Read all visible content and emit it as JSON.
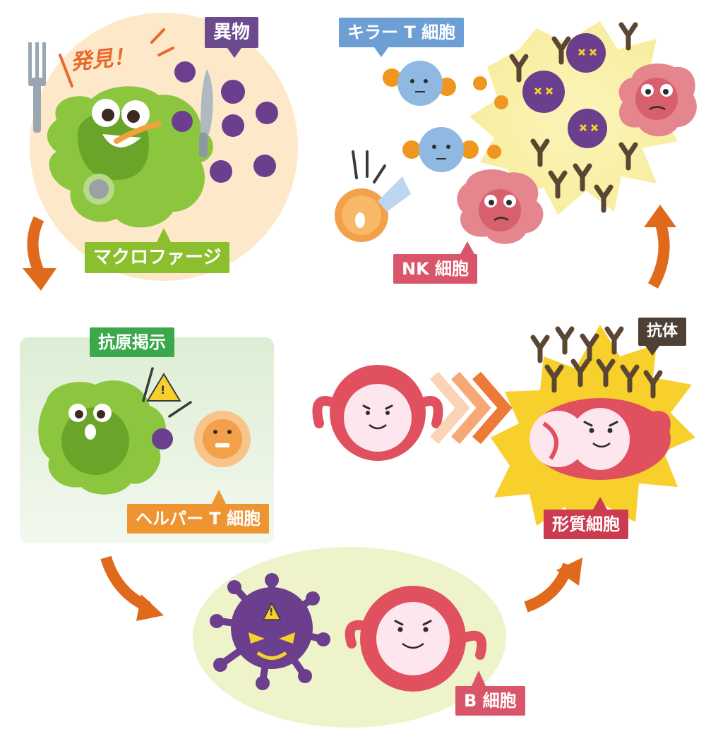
{
  "labels": {
    "foreign_matter": "異物",
    "discovery": "発見！",
    "macrophage": "マクロファージ",
    "killer_t": "キラー T 細胞",
    "nk": "NK 細胞",
    "antigen_presentation": "抗原掲示",
    "helper_t": "ヘルパー T 細胞",
    "antibody": "抗体",
    "plasma_cell": "形質細胞",
    "b_cell": "B 細胞"
  },
  "warning_symbol": "!",
  "colors": {
    "macrophage_green": "#8cc63f",
    "macrophage_label": "#8cbf2e",
    "virus_purple": "#6b3f8e",
    "foreign_label": "#6b4a8e",
    "killer_t_blue": "#8fb9e0",
    "killer_label": "#6d9fd4",
    "nk_pink": "#e5868f",
    "nk_label": "#d9566a",
    "helper_orange": "#f3a04b",
    "helper_label": "#ee9433",
    "b_cell_red": "#e0505f",
    "plasma_label": "#cc3b4f",
    "antibody_brown": "#5a4633",
    "antibody_label": "#4e4034",
    "antigen_label": "#3ba84b",
    "arrow_orange": "#e06a1c",
    "yellow_burst": "#f7d02c"
  }
}
